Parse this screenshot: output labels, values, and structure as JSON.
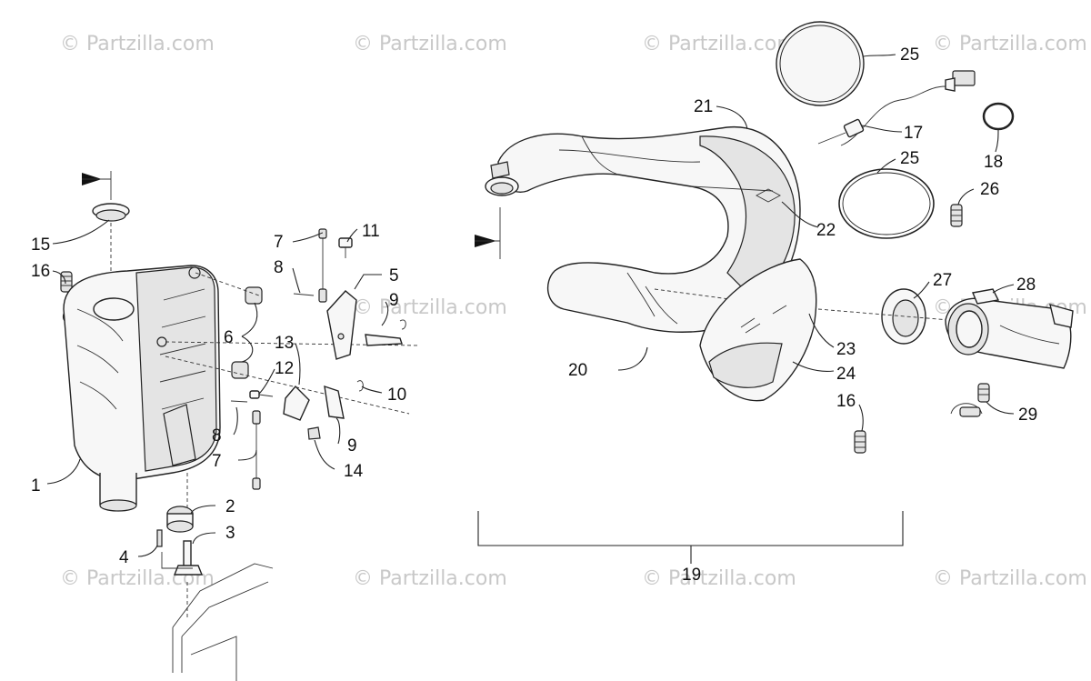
{
  "watermark": {
    "text": "© Partzilla.com"
  },
  "callouts": [
    {
      "id": "c1",
      "label": "1"
    },
    {
      "id": "c2",
      "label": "2"
    },
    {
      "id": "c3",
      "label": "3"
    },
    {
      "id": "c4",
      "label": "4"
    },
    {
      "id": "c5",
      "label": "5"
    },
    {
      "id": "c6",
      "label": "6"
    },
    {
      "id": "c7a",
      "label": "7"
    },
    {
      "id": "c7b",
      "label": "7"
    },
    {
      "id": "c8a",
      "label": "8"
    },
    {
      "id": "c8b",
      "label": "8"
    },
    {
      "id": "c9a",
      "label": "9"
    },
    {
      "id": "c9b",
      "label": "9"
    },
    {
      "id": "c10",
      "label": "10"
    },
    {
      "id": "c11",
      "label": "11"
    },
    {
      "id": "c12",
      "label": "12"
    },
    {
      "id": "c13",
      "label": "13"
    },
    {
      "id": "c14",
      "label": "14"
    },
    {
      "id": "c15",
      "label": "15"
    },
    {
      "id": "c16a",
      "label": "16"
    },
    {
      "id": "c16b",
      "label": "16"
    },
    {
      "id": "c17",
      "label": "17"
    },
    {
      "id": "c18",
      "label": "18"
    },
    {
      "id": "c19",
      "label": "19"
    },
    {
      "id": "c20",
      "label": "20"
    },
    {
      "id": "c21",
      "label": "21"
    },
    {
      "id": "c22",
      "label": "22"
    },
    {
      "id": "c23",
      "label": "23"
    },
    {
      "id": "c24",
      "label": "24"
    },
    {
      "id": "c25a",
      "label": "25"
    },
    {
      "id": "c25b",
      "label": "25"
    },
    {
      "id": "c26",
      "label": "26"
    },
    {
      "id": "c27",
      "label": "27"
    },
    {
      "id": "c28",
      "label": "28"
    },
    {
      "id": "c29",
      "label": "29"
    }
  ]
}
